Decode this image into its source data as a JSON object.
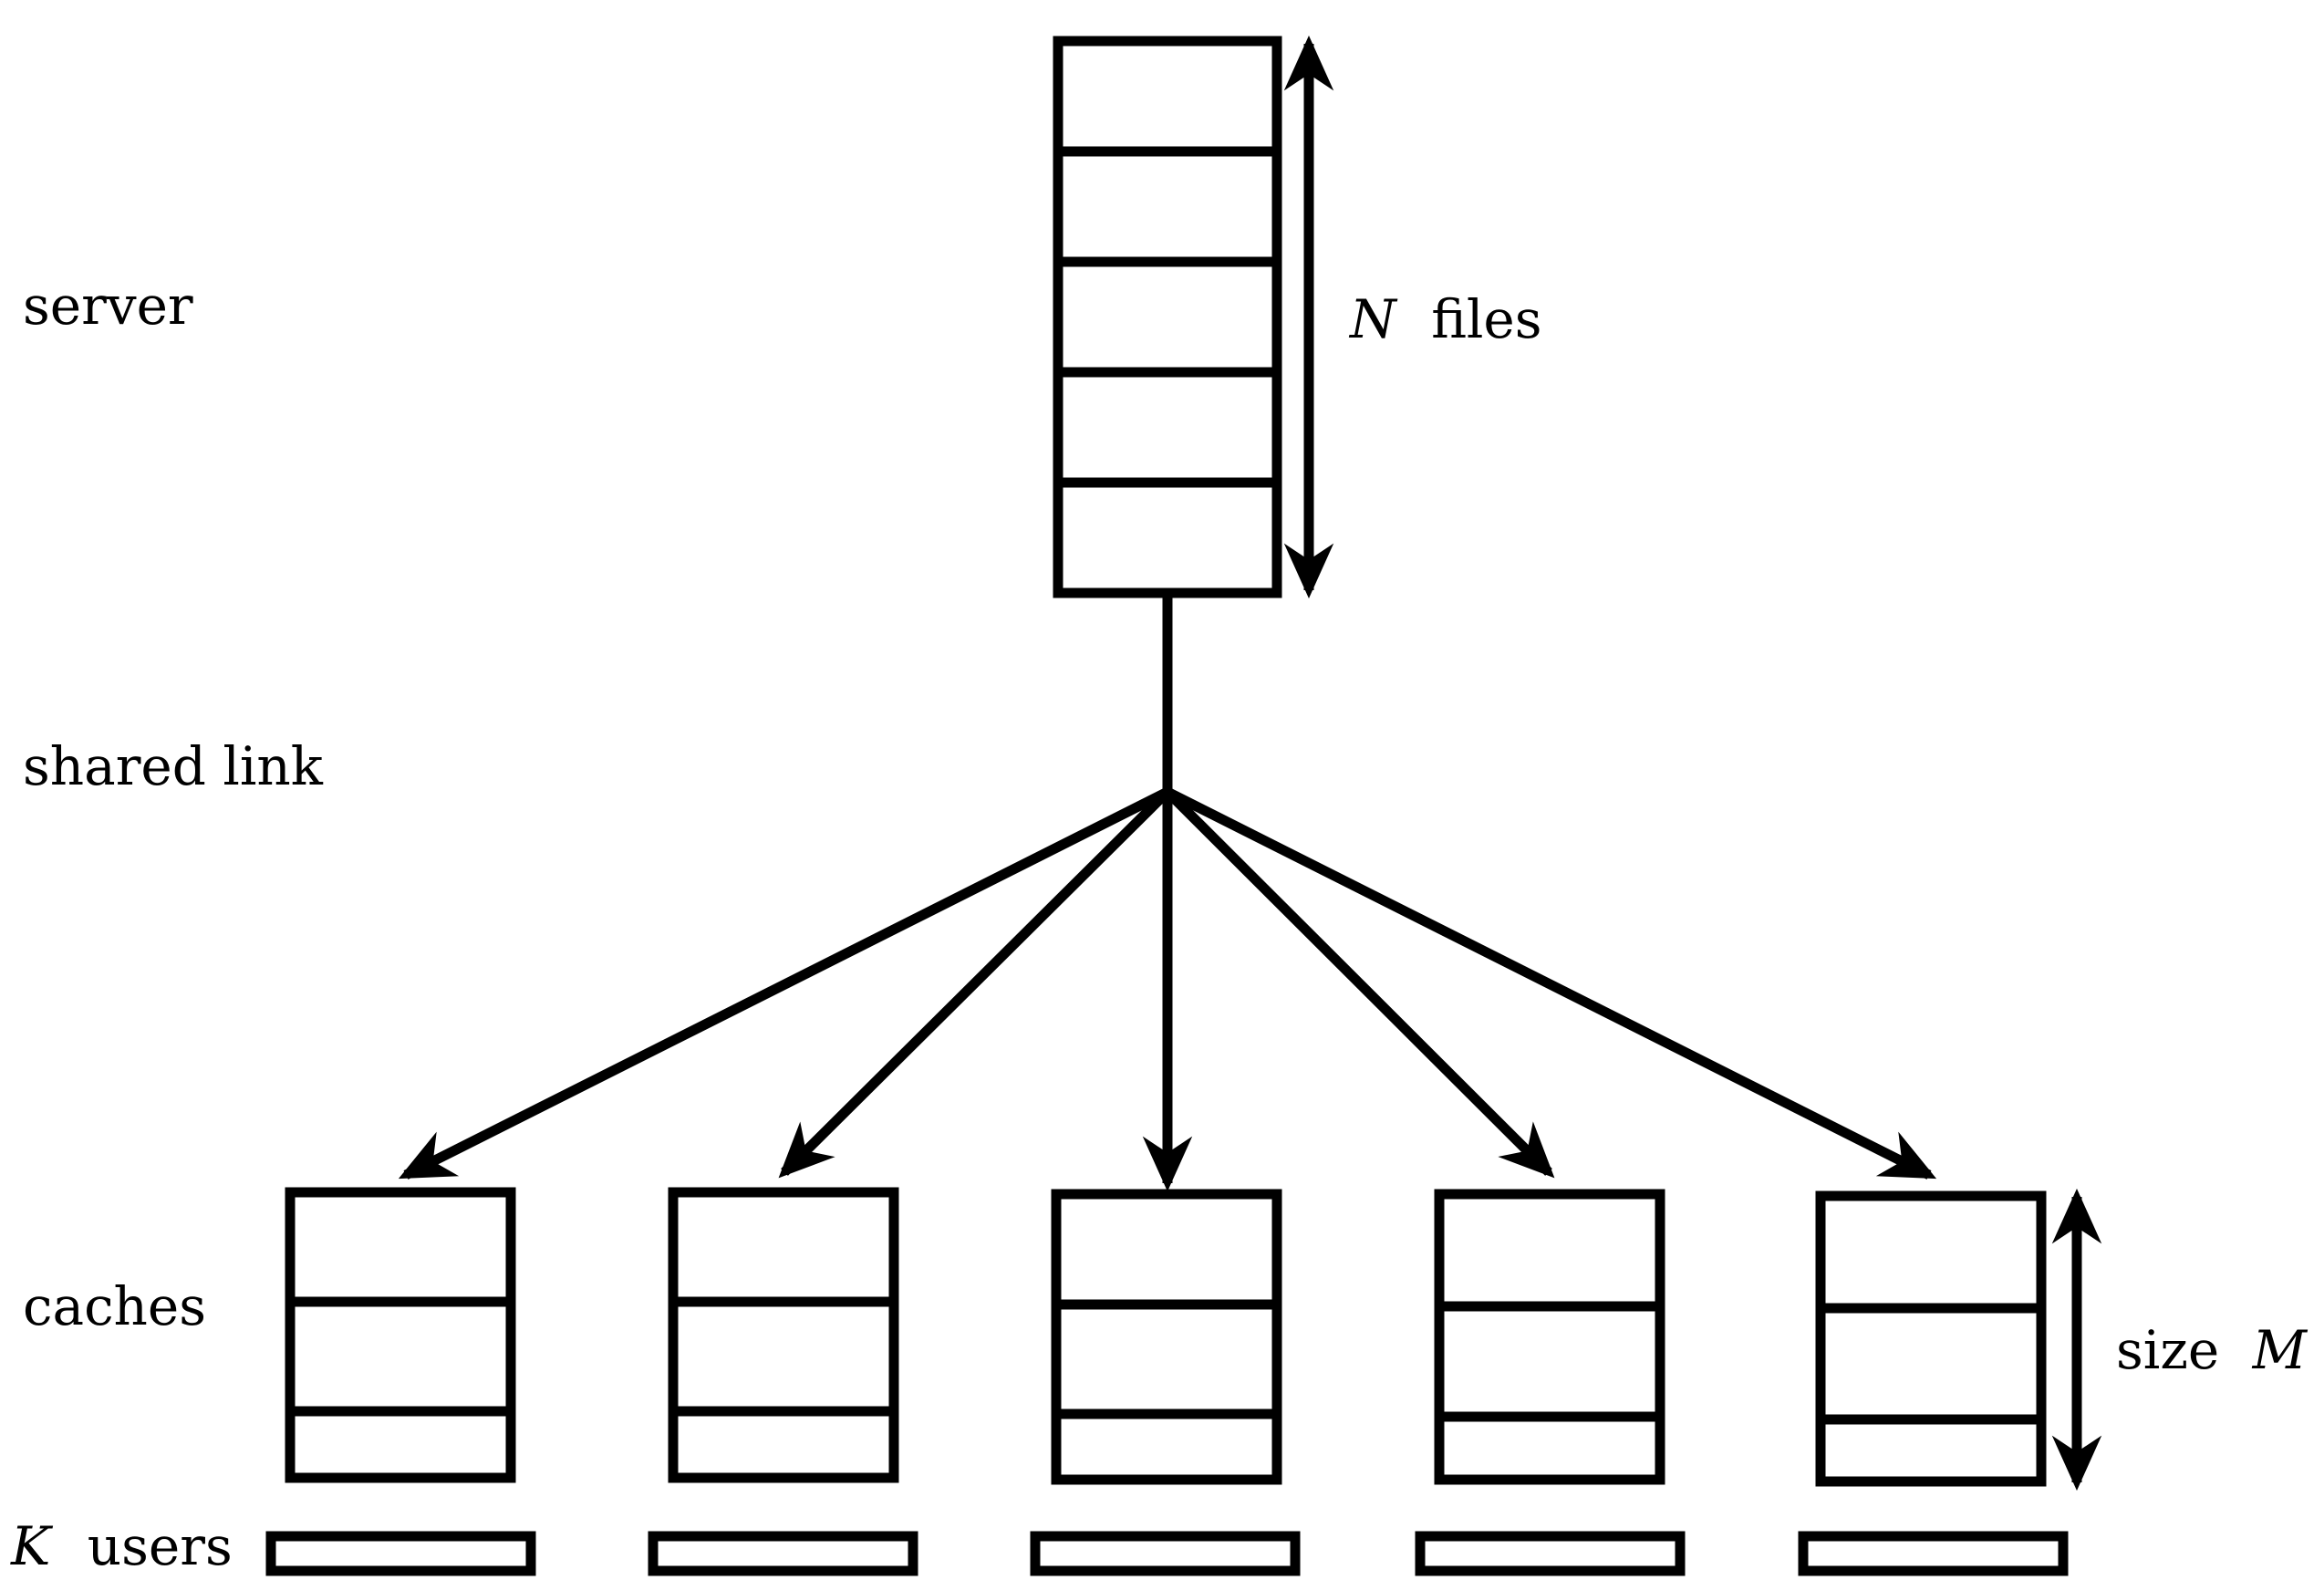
{
  "labels": {
    "server": "server",
    "shared_link": "shared link",
    "caches": "caches",
    "users_var": "K",
    "users_word": "users",
    "files_var": "N",
    "files_word": "files",
    "size_word": "size",
    "size_var": "M"
  },
  "server": {
    "file_slots": 5
  },
  "caches": {
    "count": 5,
    "slots_each": 3
  },
  "users": {
    "count": 5
  },
  "colors": {
    "stroke": "#000000",
    "background": "#ffffff"
  }
}
